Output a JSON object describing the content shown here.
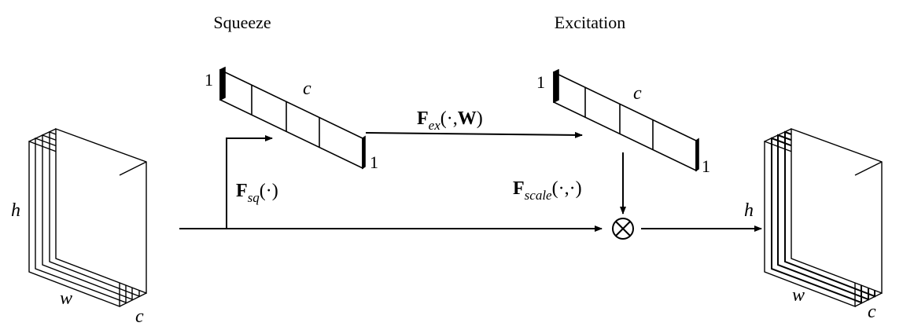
{
  "headings": {
    "squeeze": "Squeeze",
    "excitation": "Excitation"
  },
  "dims": {
    "h": "h",
    "w": "w",
    "c": "c",
    "one": "1"
  },
  "ops": {
    "f_sq": {
      "F": "F",
      "sub": "sq",
      "args": "(·)"
    },
    "f_ex": {
      "F": "F",
      "sub": "ex",
      "args_open": "(·,",
      "W": "W",
      "args_close": ")"
    },
    "f_scale": {
      "F": "F",
      "sub": "scale",
      "args": "(·,·)"
    },
    "multiply": "⊗"
  }
}
